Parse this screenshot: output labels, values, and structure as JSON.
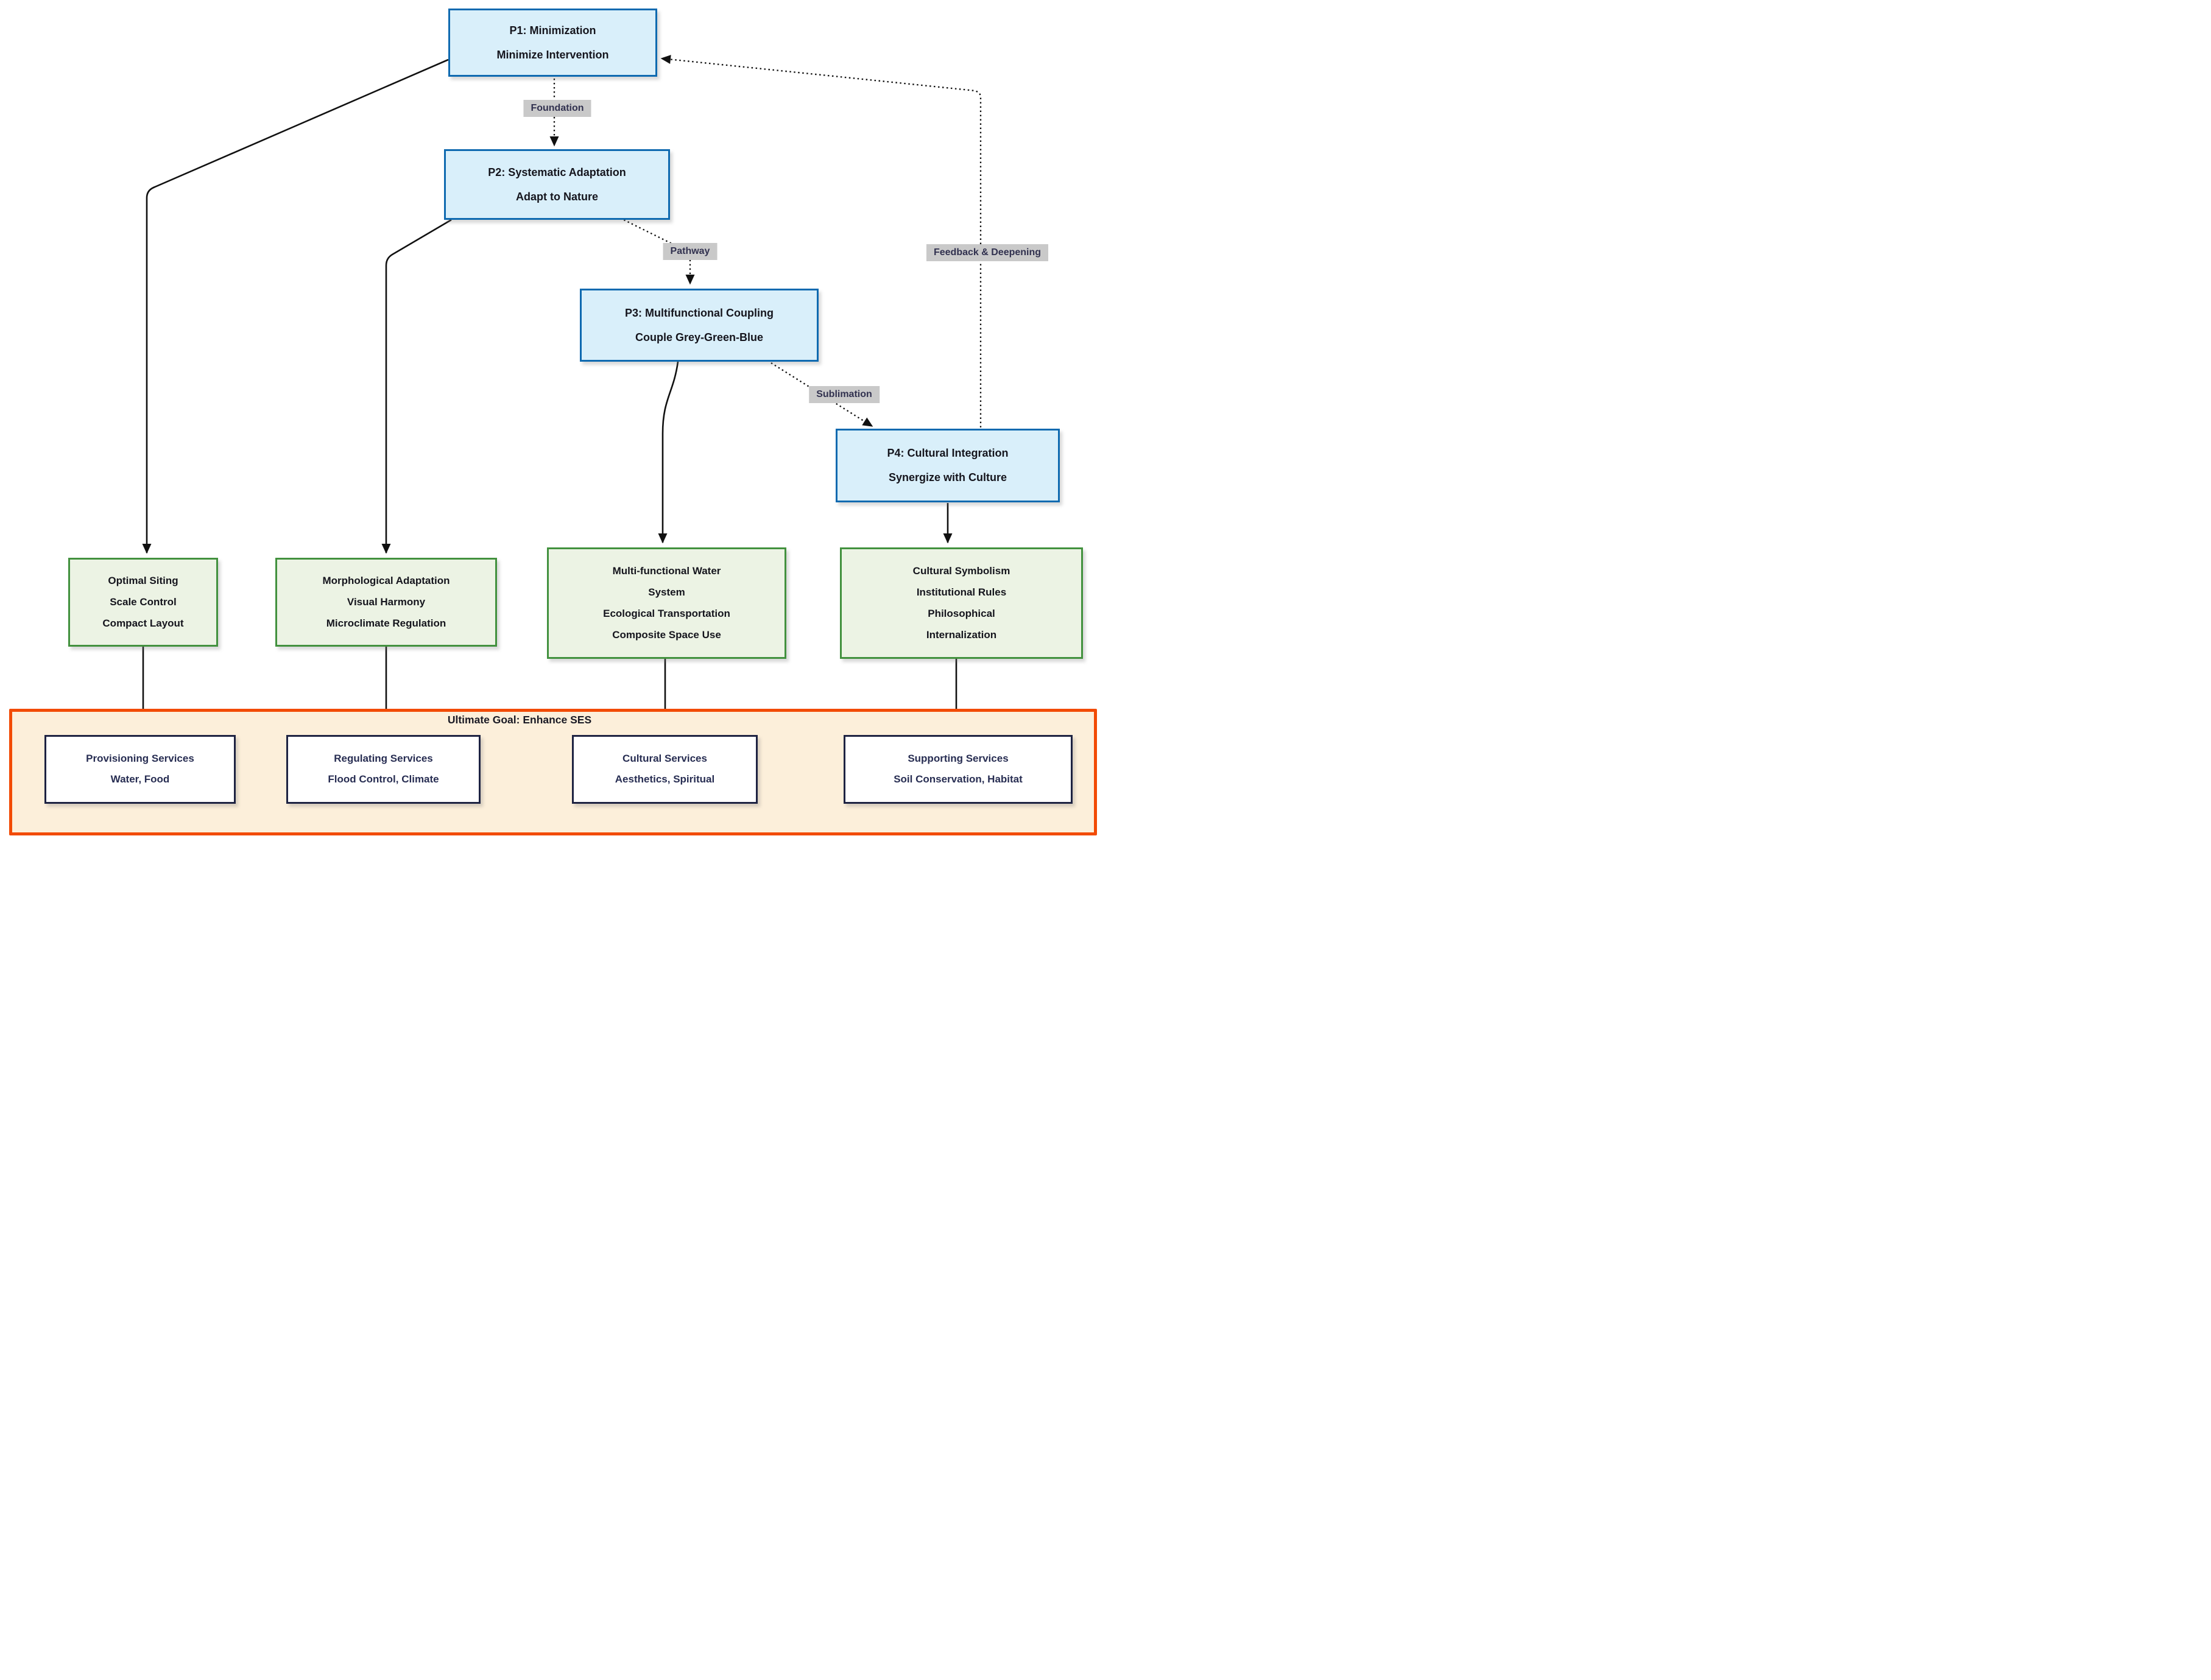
{
  "figure": {
    "principles": [
      {
        "id": "p1",
        "title": "P1: Minimization",
        "subtitle": "Minimize Intervention"
      },
      {
        "id": "p2",
        "title": "P2: Systematic Adaptation",
        "subtitle": "Adapt to Nature"
      },
      {
        "id": "p3",
        "title": "P3: Multifunctional Coupling",
        "subtitle": "Couple Grey-Green-Blue"
      },
      {
        "id": "p4",
        "title": "P4: Cultural Integration",
        "subtitle": "Synergize with Culture"
      }
    ],
    "edge_labels": {
      "foundation": "Foundation",
      "pathway": "Pathway",
      "sublimation": "Sublimation",
      "feedback": "Feedback & Deepening"
    },
    "strategies": [
      {
        "lines": [
          "Optimal Siting",
          "Scale Control",
          "Compact Layout"
        ]
      },
      {
        "lines": [
          "Morphological Adaptation",
          "Visual Harmony",
          "Microclimate Regulation"
        ]
      },
      {
        "lines": [
          "Multi-functional Water",
          "System",
          "Ecological Transportation",
          "Composite Space Use"
        ]
      },
      {
        "lines": [
          "Cultural Symbolism",
          "Institutional Rules",
          "Philosophical",
          "Internalization"
        ]
      }
    ],
    "goal": {
      "title": "Ultimate Goal: Enhance SES",
      "services": [
        {
          "name": "Provisioning Services",
          "examples": "Water, Food"
        },
        {
          "name": "Regulating Services",
          "examples": "Flood Control, Climate"
        },
        {
          "name": "Cultural Services",
          "examples": "Aesthetics, Spiritual"
        },
        {
          "name": "Supporting Services",
          "examples": "Soil Conservation, Habitat"
        }
      ]
    },
    "colors": {
      "principle_fill": "#d9effa",
      "principle_border": "#0f6ab0",
      "strategy_fill": "#ecf3e4",
      "strategy_border": "#42913e",
      "service_fill": "#ffffff",
      "service_border": "#1e2342",
      "goal_fill": "#fcefda",
      "goal_border": "#f24b05",
      "label_bg": "#c9c9c9",
      "label_text": "#31314f",
      "line": "#111111"
    }
  }
}
